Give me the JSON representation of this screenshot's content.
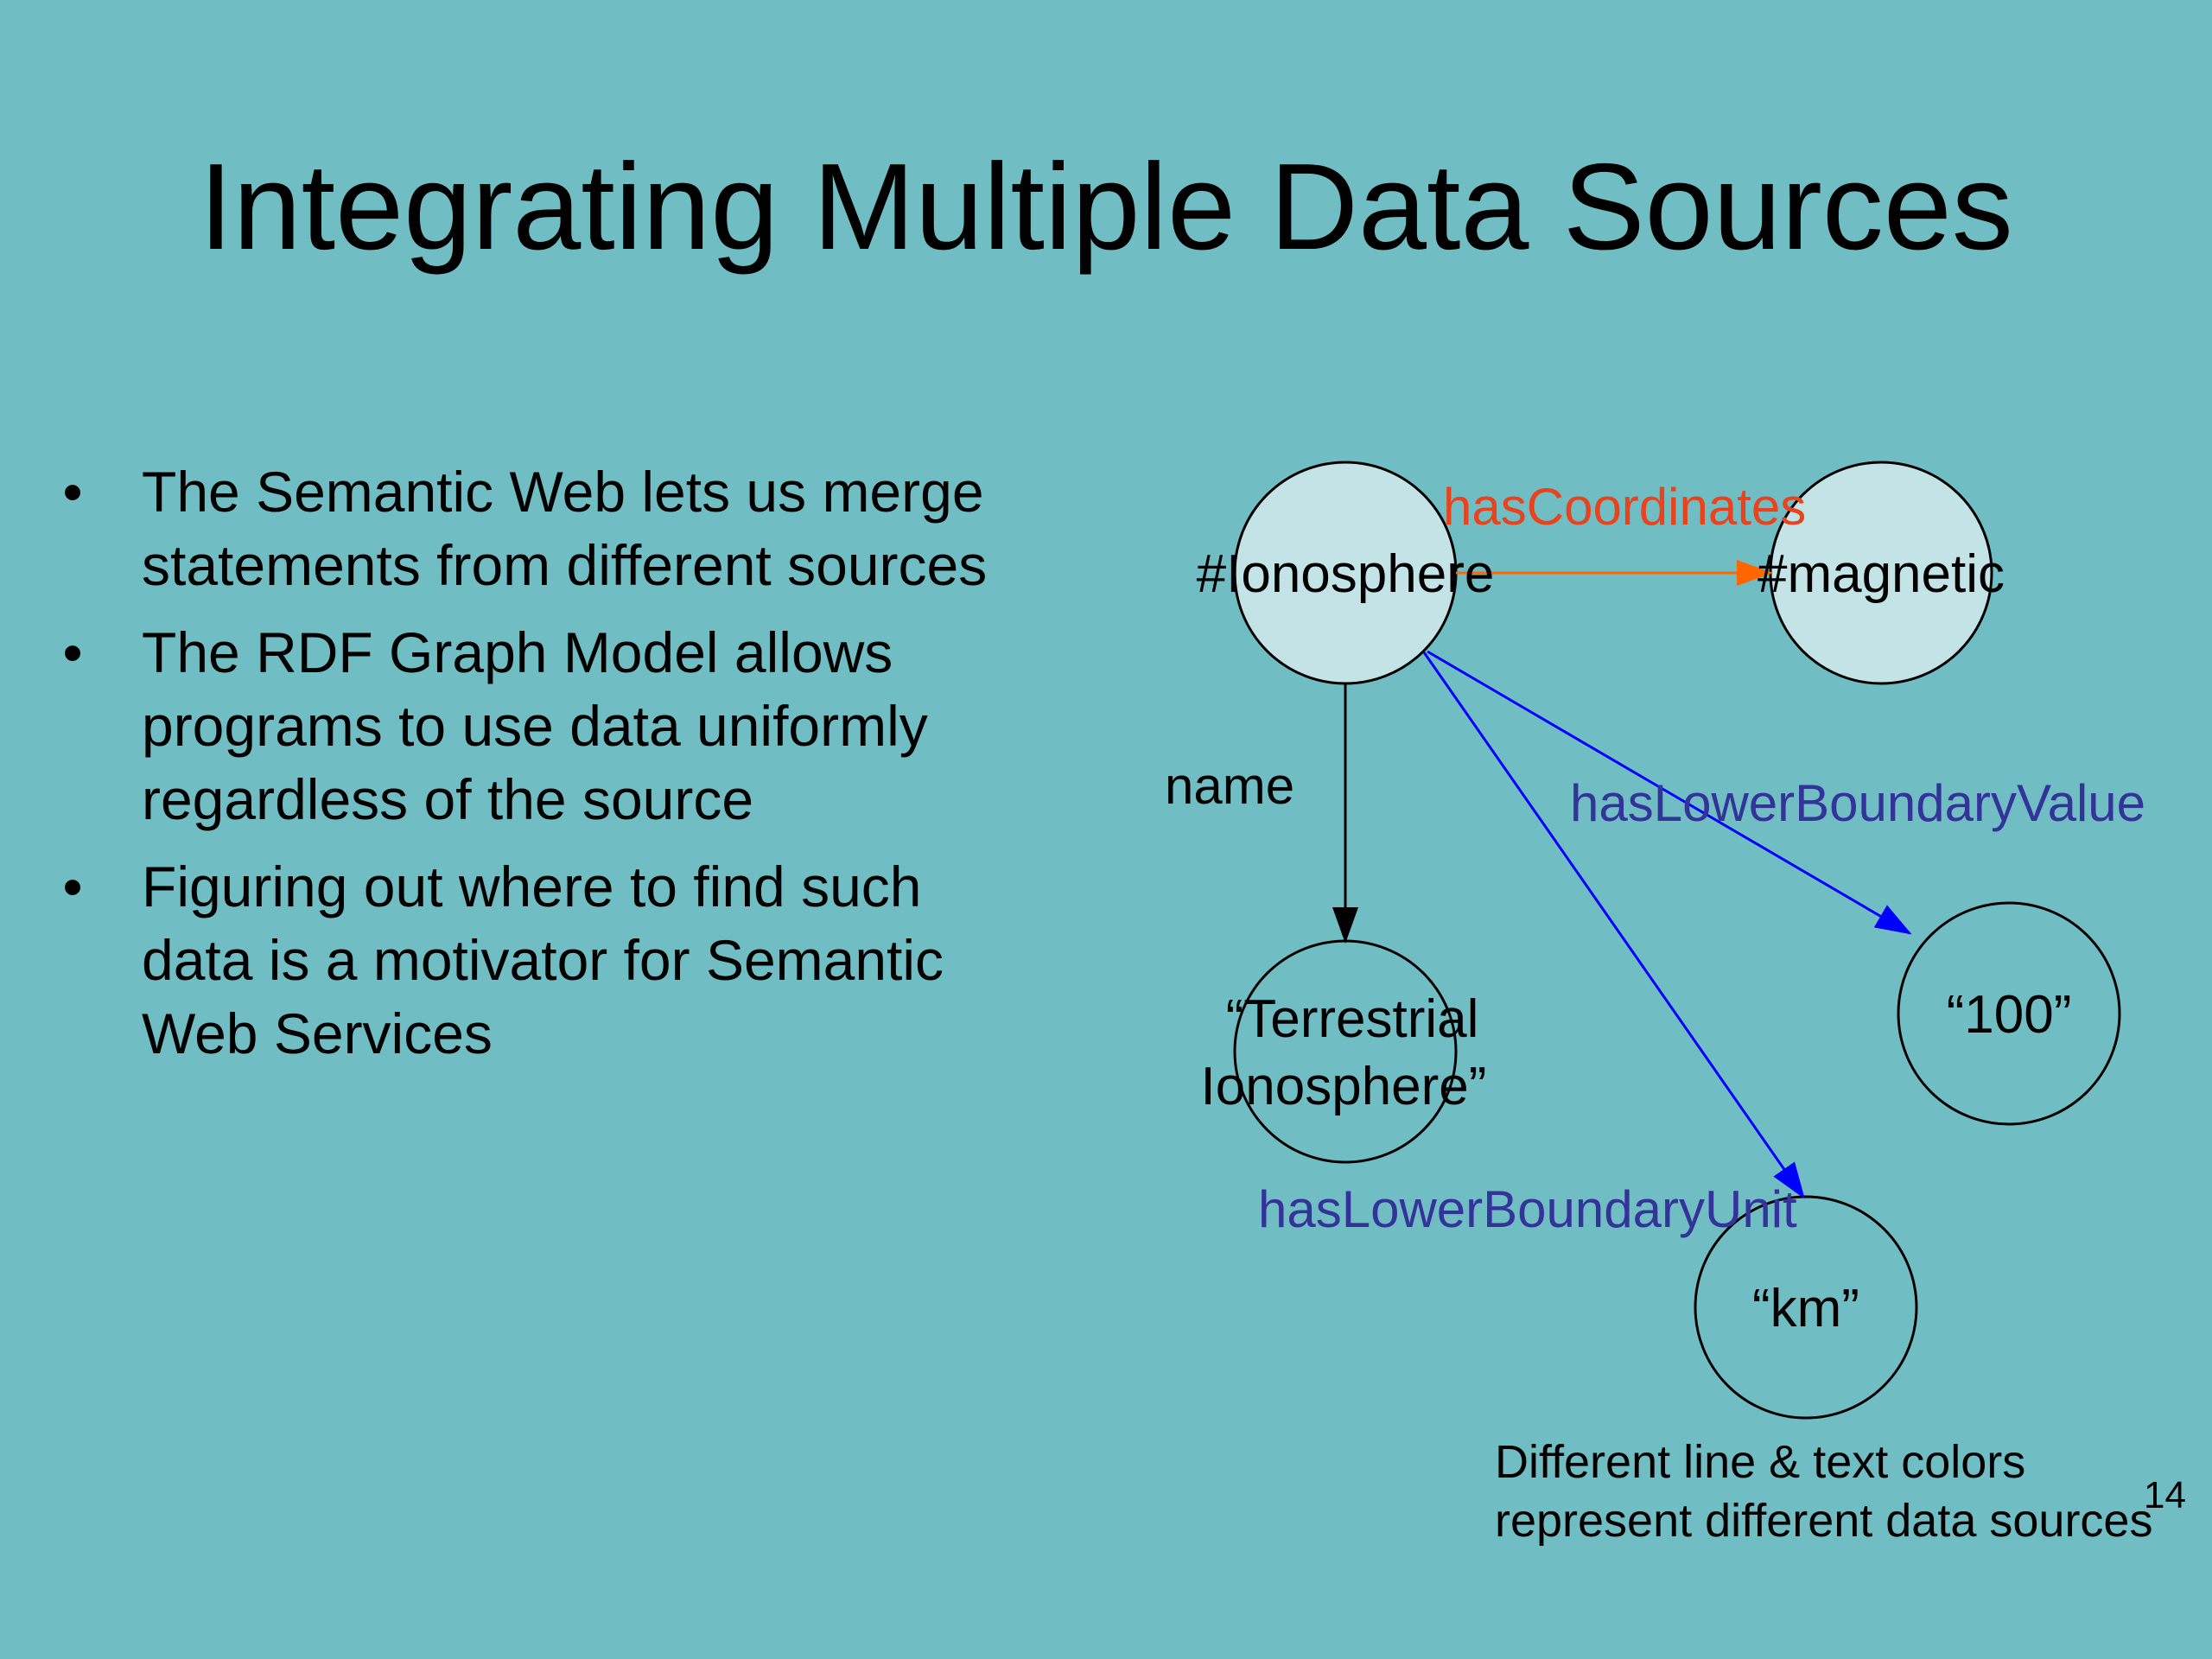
{
  "title": "Integrating Multiple Data Sources",
  "bullets": [
    {
      "lines": [
        "The Semantic Web lets us merge",
        "statements from different sources"
      ]
    },
    {
      "lines": [
        "The RDF Graph Model allows",
        "programs to use data uniformly",
        "regardless of the source"
      ]
    },
    {
      "lines": [
        "Figuring out where to find such",
        "data is a motivator for Semantic",
        "Web Services"
      ]
    }
  ],
  "bullet_symbol": "•",
  "graph": {
    "nodes": {
      "ionosphere": {
        "label": "#Ionosphere",
        "fill": "#C4E3E6"
      },
      "magnetic": {
        "label": "#magnetic",
        "fill": "#C4E3E6"
      },
      "terrestrial": {
        "label_lines": [
          "“Terrestrial",
          "Ionosphere”"
        ]
      },
      "hundred": {
        "label": "“100”"
      },
      "km": {
        "label": "“km”"
      }
    },
    "edges": {
      "hasCoordinates": {
        "label": "hasCoordinates",
        "line_color": "#FF6600",
        "text_color": "#E8431C"
      },
      "name": {
        "label": "name",
        "line_color": "#000000",
        "text_color": "#000000"
      },
      "hasLowerBoundaryValue": {
        "label": "hasLowerBoundaryValue",
        "line_color": "#0000FF",
        "text_color": "#333399"
      },
      "hasLowerBoundaryUnit": {
        "label": "hasLowerBoundaryUnit",
        "line_color": "#0000FF",
        "text_color": "#333399"
      }
    }
  },
  "note": {
    "lines": [
      "Different line & text colors",
      "represent different data sources"
    ]
  },
  "page_number": "14"
}
